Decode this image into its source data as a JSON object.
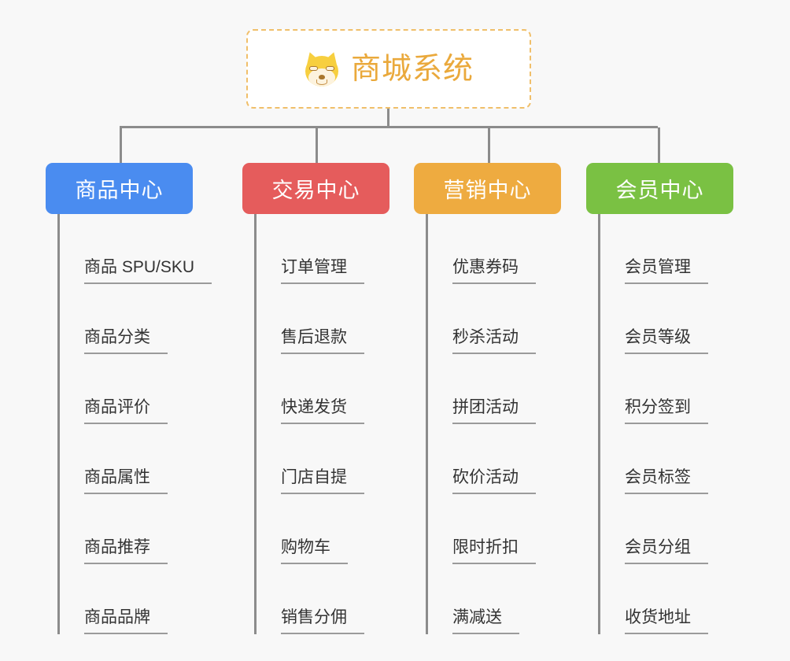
{
  "diagram": {
    "type": "org-tree",
    "background_color": "#f8f8f8",
    "connector_color": "#8c8c8c",
    "root": {
      "title": "商城系统",
      "icon": "shiba-inu-face-icon",
      "text_color": "#eaa93c",
      "border_color": "#f0bf6a",
      "background_color": "#ffffff"
    },
    "categories": [
      {
        "label": "商品中心",
        "color": "#4a8cf0",
        "items": [
          "商品 SPU/SKU",
          "商品分类",
          "商品评价",
          "商品属性",
          "商品推荐",
          "商品品牌"
        ]
      },
      {
        "label": "交易中心",
        "color": "#e55c5c",
        "items": [
          "订单管理",
          "售后退款",
          "快递发货",
          "门店自提",
          "购物车",
          "销售分佣"
        ]
      },
      {
        "label": "营销中心",
        "color": "#eeab40",
        "items": [
          "优惠券码",
          "秒杀活动",
          "拼团活动",
          "砍价活动",
          "限时折扣",
          "满减送"
        ]
      },
      {
        "label": "会员中心",
        "color": "#7ac143",
        "items": [
          "会员管理",
          "会员等级",
          "积分签到",
          "会员标签",
          "会员分组",
          "收货地址"
        ]
      }
    ]
  }
}
